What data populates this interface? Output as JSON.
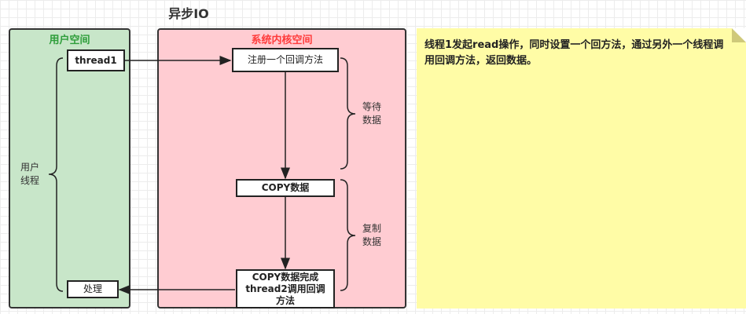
{
  "title": "异步IO",
  "user_space": {
    "label": "用户空间",
    "thread_box": "thread1",
    "process_box": "处理",
    "brace_label": "用户\n线程"
  },
  "kernel_space": {
    "label": "系统内核空间",
    "register_box": "注册一个回调方法",
    "copy_box": "COPY数据",
    "done_box": "COPY数据完成\nthread2调用回调\n方法",
    "wait_label": "等待\n数据",
    "copy_label": "复制\n数据"
  },
  "note": {
    "text": "线程1发起read操作，同时设置一个回方法，通过另外一个线程调用回调方法，返回数据。"
  },
  "colors": {
    "user_bg": "#c8e6c9",
    "user_label": "#2e9e3a",
    "kernel_bg": "#ffccd2",
    "kernel_label": "#ff3b3b",
    "note_bg": "#fffca6"
  }
}
